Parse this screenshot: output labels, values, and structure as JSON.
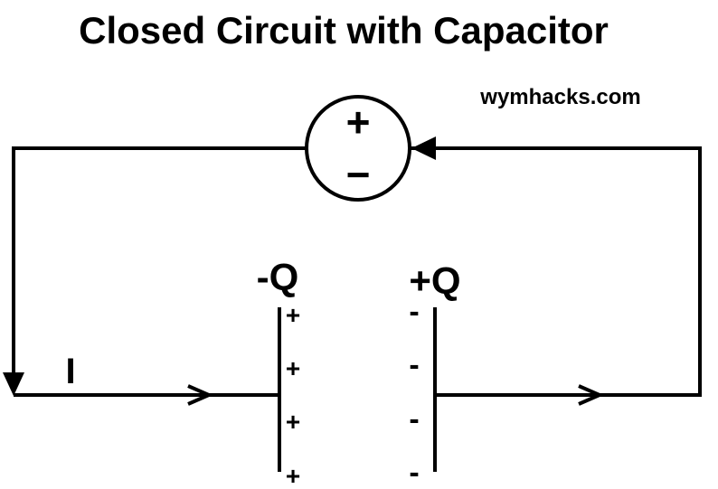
{
  "title": "Closed Circuit with Capacitor",
  "watermark": "wymhacks.com",
  "source": {
    "positive_symbol": "+",
    "negative_symbol": "−"
  },
  "capacitor": {
    "left_plate_label": "-Q",
    "right_plate_label": "+Q",
    "left_plate_signs": [
      "+",
      "+",
      "+",
      "+"
    ],
    "right_plate_signs": [
      "-",
      "-",
      "-",
      "-"
    ]
  },
  "current_label": "I",
  "colors": {
    "line": "#000000",
    "background": "#ffffff"
  }
}
